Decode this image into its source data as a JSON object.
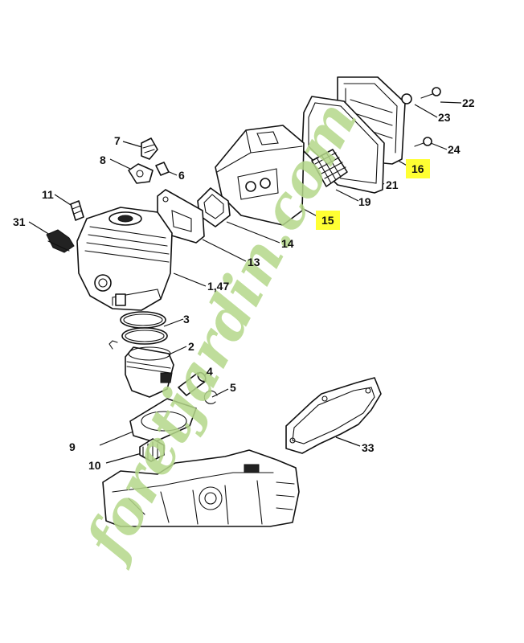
{
  "callouts": [
    {
      "id": "22",
      "label": "22",
      "highlight": false
    },
    {
      "id": "23",
      "label": "23",
      "highlight": false
    },
    {
      "id": "24",
      "label": "24",
      "highlight": false
    },
    {
      "id": "16",
      "label": "16",
      "highlight": true
    },
    {
      "id": "21",
      "label": "21",
      "highlight": false
    },
    {
      "id": "19",
      "label": "19",
      "highlight": false
    },
    {
      "id": "15",
      "label": "15",
      "highlight": true
    },
    {
      "id": "14",
      "label": "14",
      "highlight": false
    },
    {
      "id": "13",
      "label": "13",
      "highlight": false
    },
    {
      "id": "7",
      "label": "7",
      "highlight": false
    },
    {
      "id": "8",
      "label": "8",
      "highlight": false
    },
    {
      "id": "6",
      "label": "6",
      "highlight": false
    },
    {
      "id": "11",
      "label": "11",
      "highlight": false
    },
    {
      "id": "31",
      "label": "31",
      "highlight": false
    },
    {
      "id": "1_47",
      "label": "1,47",
      "highlight": false
    },
    {
      "id": "3",
      "label": "3",
      "highlight": false
    },
    {
      "id": "2",
      "label": "2",
      "highlight": false
    },
    {
      "id": "4",
      "label": "4",
      "highlight": false
    },
    {
      "id": "5",
      "label": "5",
      "highlight": false
    },
    {
      "id": "9",
      "label": "9",
      "highlight": false
    },
    {
      "id": "10",
      "label": "10",
      "highlight": false
    },
    {
      "id": "33",
      "label": "33",
      "highlight": false
    }
  ],
  "watermark": {
    "text": "foretjardin.com",
    "colors": {
      "green": "#b5d88a",
      "orange": "#f2b27a",
      "gray": "#c8c0b0"
    }
  },
  "colors": {
    "highlight": "#ffff33",
    "ink": "#111111",
    "background": "#ffffff"
  }
}
